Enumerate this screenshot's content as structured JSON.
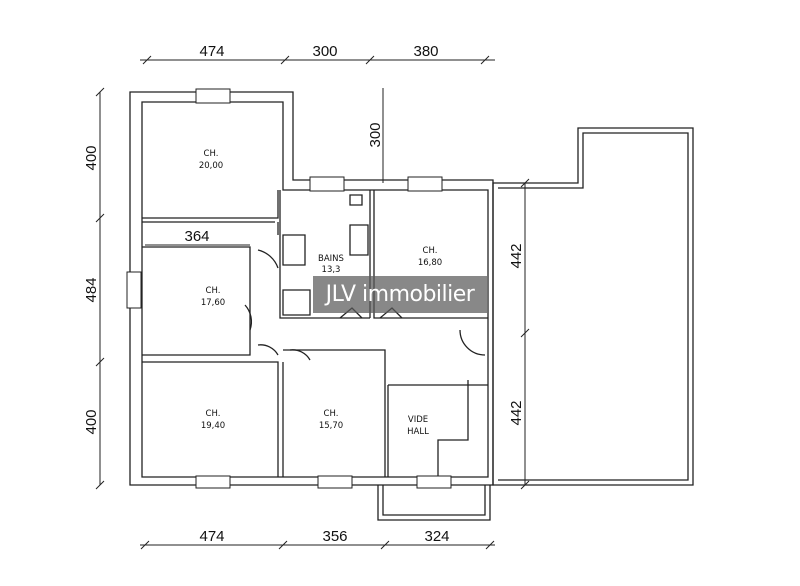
{
  "dimensions": {
    "top": [
      "474",
      "300",
      "380"
    ],
    "bottom": [
      "474",
      "356",
      "324"
    ],
    "left": [
      "400",
      "484",
      "400"
    ],
    "right": [
      "442",
      "442"
    ],
    "inner_vertical": "300",
    "inner_horizontal": "364"
  },
  "rooms": [
    {
      "name": "CH.",
      "area": "20,00"
    },
    {
      "name": "CH.",
      "area": "17,60"
    },
    {
      "name": "CH.",
      "area": "19,40"
    },
    {
      "name": "BAINS",
      "area": "13,3"
    },
    {
      "name": "CH.",
      "area": "16,80"
    },
    {
      "name": "CH.",
      "area": "15,70"
    },
    {
      "name": "VIDE",
      "area": "HALL"
    }
  ],
  "watermark": "JLV immobilier",
  "colors": {
    "walls": "#222222",
    "terrace_dots": "#999999",
    "watermark_bg": "#5a5a5a"
  }
}
